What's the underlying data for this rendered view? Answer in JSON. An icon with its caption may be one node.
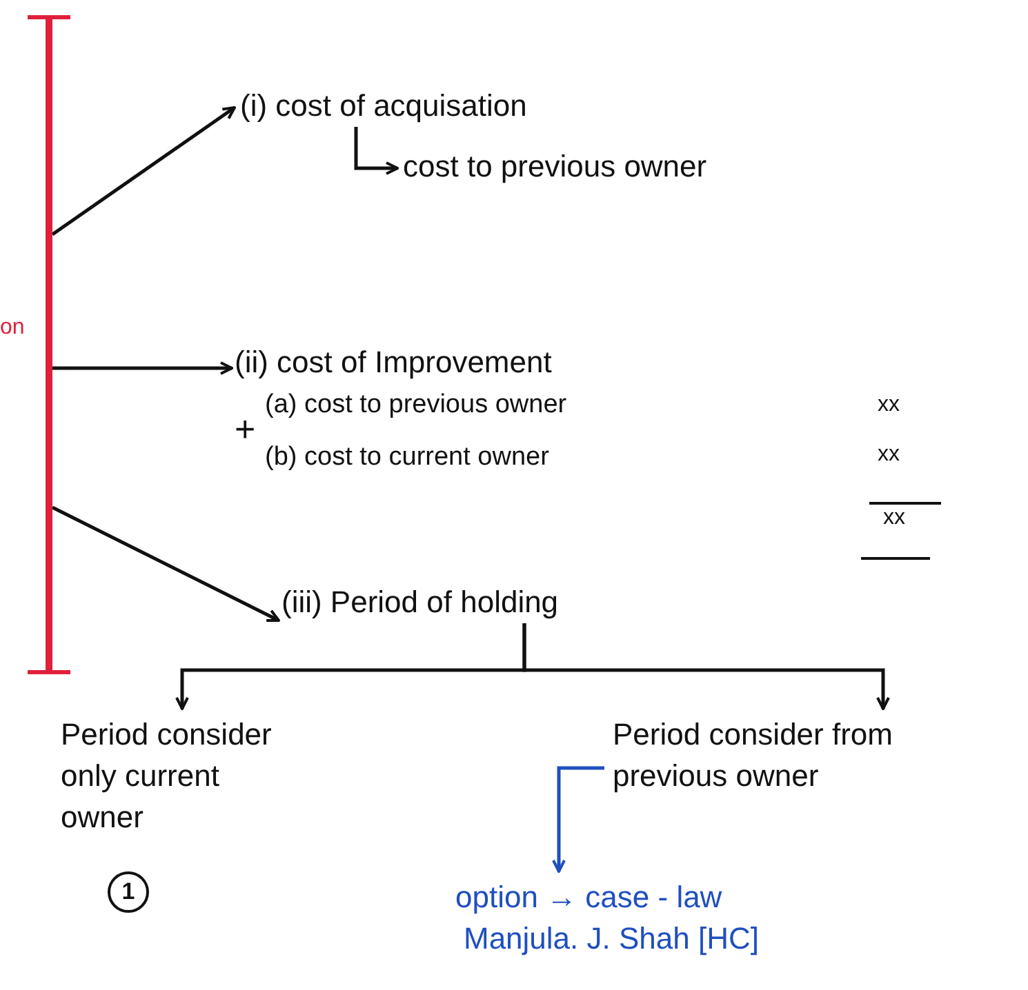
{
  "diagram": {
    "nodes": [
      {
        "text": [],
        "shape": "bar"
      },
      {
        "text": [
          "(i) cost of acquisation"
        ]
      },
      {
        "text": [
          "cost to previous owner"
        ]
      },
      {
        "text": [
          "(ii) cost of Improvement"
        ]
      },
      {
        "text": [
          "(iii) Period of holding"
        ]
      },
      {
        "text": [
          "Period consider only current owner"
        ],
        "beside": [
          "1"
        ]
      },
      {
        "text": [
          "Period consider from previous owner"
        ]
      },
      {
        "text": [
          "option → case - law",
          "Manjula. J. Shah [HC]"
        ]
      }
    ],
    "edges": [
      {
        "from": 0,
        "to": 1,
        "arrow": "to"
      },
      {
        "from": 1,
        "to": 2,
        "arrow": "to"
      },
      {
        "from": 0,
        "to": 3,
        "arrow": "to"
      },
      {
        "from": 0,
        "to": 4,
        "arrow": "to"
      },
      {
        "from": 4,
        "to": 5,
        "arrow": "to"
      },
      {
        "from": 4,
        "to": 6,
        "arrow": "to"
      },
      {
        "from": 6,
        "to": 7,
        "arrow": "to",
        "color": "#1f4fbf"
      }
    ],
    "labels": [
      "on",
      "+",
      "(a) cost to previous owner",
      "xx",
      "(b) cost to current owner",
      "xx",
      "xx"
    ]
  }
}
